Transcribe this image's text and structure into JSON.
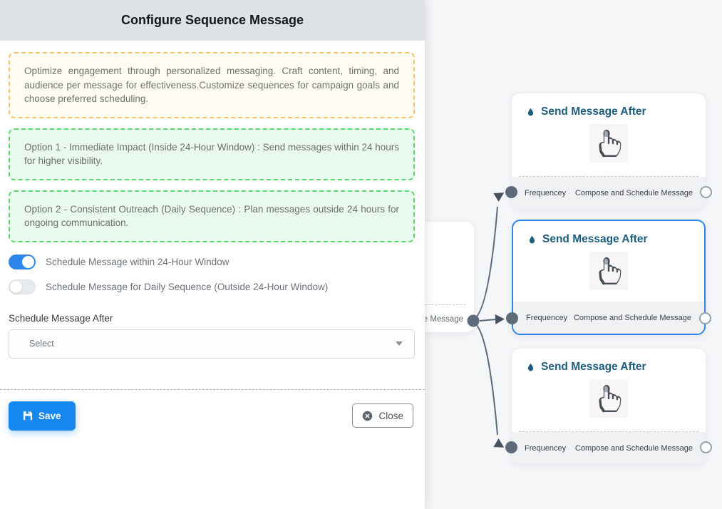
{
  "modal": {
    "title": "Configure Sequence Message",
    "description": "Optimize engagement through personalized messaging. Craft content, timing, and audience per message for effectiveness.Customize sequences for campaign goals and choose preferred scheduling.",
    "options": [
      {
        "text": "Option 1 - Immediate Impact (Inside 24-Hour Window) : Send messages within 24 hours for higher visibility."
      },
      {
        "text": "Option 2 - Consistent Outreach (Daily Sequence) : Plan messages outside 24 hours for ongoing communication."
      }
    ],
    "toggles": [
      {
        "label": "Schedule Message within 24-Hour Window",
        "state": "on"
      },
      {
        "label": "Schedule Message for Daily Sequence (Outside 24-Hour Window)",
        "state": "off"
      }
    ],
    "schedule_after_label": "Schedule Message After",
    "select_value": "Select",
    "buttons": {
      "save": "Save",
      "close": "Close"
    }
  },
  "canvas": {
    "partial_node": {
      "footer_fragment": "ce Message"
    },
    "nodes": [
      {
        "title": "Send Message After",
        "footer_left": "Frequencey",
        "footer_right": "Compose and Schedule Message",
        "selected": false
      },
      {
        "title": "Send Message After",
        "footer_left": "Frequencey",
        "footer_right": "Compose and Schedule Message",
        "selected": true
      },
      {
        "title": "Send Message After",
        "footer_left": "Frequencey",
        "footer_right": "Compose and Schedule Message",
        "selected": false
      }
    ]
  },
  "colors": {
    "accent_blue": "#1787f0",
    "toggle_on": "#2e86ea",
    "selected_node_border": "#2e86ec",
    "node_title": "#1c5d7d",
    "warning_border": "#f5c469",
    "success_border": "#57d96f",
    "header_bg": "#dee1e6",
    "canvas_bg": "#f4f6f8",
    "edge": "#5b6b7d"
  }
}
